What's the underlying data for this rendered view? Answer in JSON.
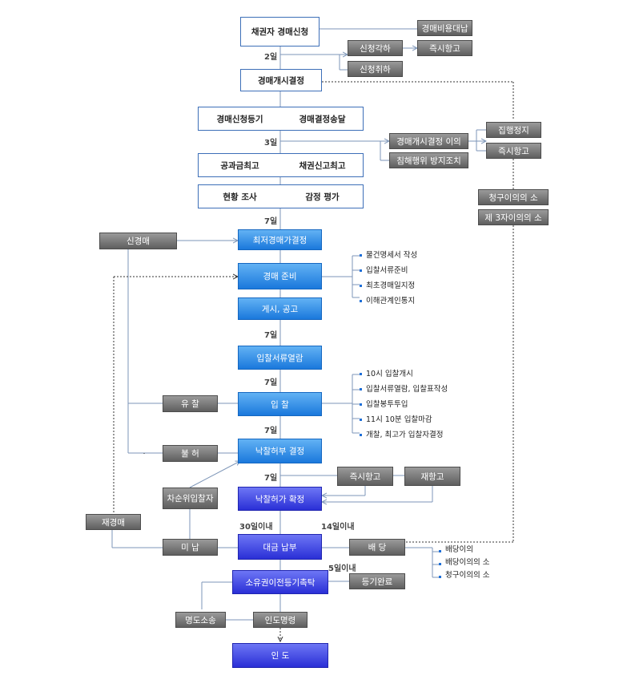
{
  "nodes": {
    "creditor_application": "채권자 경매신청",
    "auction_cost_advance": "경매비용대납",
    "application_rejected": "신청각하",
    "immediate_appeal_1": "즉시항고",
    "application_withdrawn": "신청취하",
    "auction_start_decision": "경매개시결정",
    "auction_registration": "경매신청등기",
    "auction_decision_delivery": "경매결정송달",
    "objection_to_start": "경매개시결정 이의",
    "damage_prevention": "침해행위 방지조치",
    "execution_stop": "집행정지",
    "immediate_appeal_2": "즉시항고",
    "public_charge_notice": "공과금최고",
    "creditor_report_notice": "채권신고최고",
    "status_survey": "현황 조사",
    "appraisal": "감정 평가",
    "claim_objection_suit": "청구이의의 소",
    "third_party_objection_suit": "제 3자이의의 소",
    "new_auction": "신경매",
    "minimum_price_decision": "최저경매가결정",
    "auction_preparation": "경매 준비",
    "posting_notice": "게시, 공고",
    "bid_document_inspection": "입찰서류열람",
    "failed_bid": "유 찰",
    "bidding": "입 찰",
    "disallowed": "불 허",
    "winning_bid_decision": "낙찰허부 결정",
    "immediate_appeal_3": "즉시항고",
    "re_appeal": "재항고",
    "next_bidder": "차순위입찰자",
    "winning_bid_confirmed": "낙찰허가 확정",
    "re_auction": "재경매",
    "unpaid": "미 납",
    "price_payment": "대금 납부",
    "distribution": "배 당",
    "ownership_transfer": "소유권이전등기촉탁",
    "registration_complete": "등기완료",
    "eviction_suit": "명도소송",
    "delivery_order": "인도명령",
    "delivery": "인 도"
  },
  "labels": {
    "days_2": "2일",
    "days_3": "3일",
    "days_7_a": "7일",
    "days_7_b": "7일",
    "days_7_c": "7일",
    "days_7_d": "7일",
    "days_7_e": "7일",
    "within_30_days": "30일이내",
    "within_14_days": "14일이내",
    "within_5_days": "5일이내"
  },
  "lists": {
    "preparation_steps": [
      "물건명세서 작성",
      "입찰서류준비",
      "최초경매일지정",
      "이해관계인통지"
    ],
    "bidding_steps": [
      "10시 입찰개시",
      "입찰서류열람, 입찰표작성",
      "입찰봉투투입",
      "11시 10분 입찰마감",
      "개찰, 최고가 입찰자결정"
    ],
    "distribution_steps": [
      "배당이의",
      "배당이의의 소",
      "청구이의의 소"
    ]
  },
  "colors": {
    "flow_blue": "#1a78dc",
    "final_indigo": "#2a2fd6",
    "side_gray": "#6b6b6b",
    "outline_blue": "#3d6fb8"
  }
}
